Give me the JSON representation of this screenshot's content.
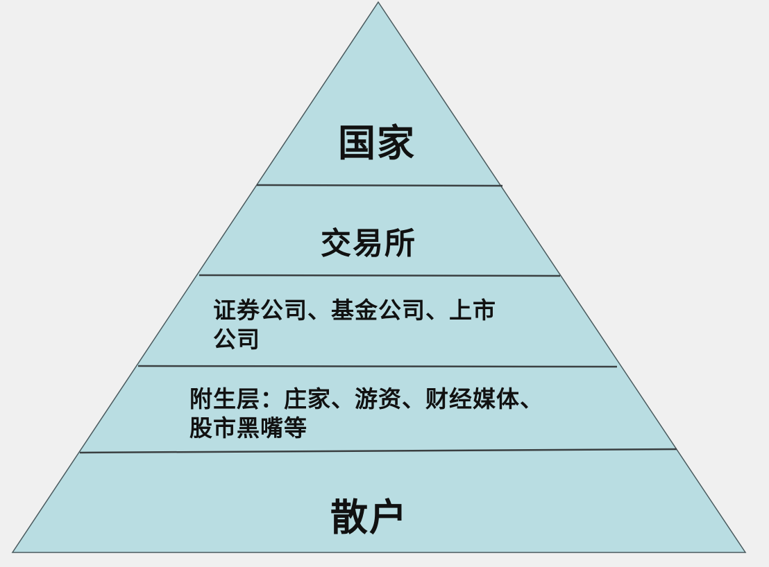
{
  "colors": {
    "background": "#f0f0f0",
    "pyramid_fill": "#b9dde2",
    "pyramid_edge": "#4a5a5e",
    "divider": "#3a3f41",
    "text": "#111111"
  },
  "pyramid": {
    "layers": [
      {
        "label": "国家"
      },
      {
        "label": "交易所"
      },
      {
        "line1": "证券公司、基金公司、上市",
        "line2": "公司"
      },
      {
        "line1": "附生层：庄家、游资、财经媒体、",
        "line2": "股市黑嘴等"
      },
      {
        "label": "散户"
      }
    ]
  }
}
